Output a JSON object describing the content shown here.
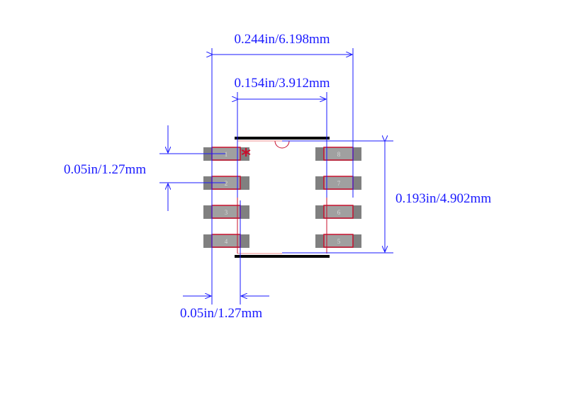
{
  "dimensions": {
    "overall_width": "0.244in/6.198mm",
    "body_width": "0.154in/3.912mm",
    "body_length": "0.193in/4.902mm",
    "pitch_vertical": "0.05in/1.27mm",
    "pitch_horizontal": "0.05in/1.27mm"
  },
  "pins": {
    "left": [
      "1",
      "2",
      "3",
      "4"
    ],
    "right": [
      "8",
      "7",
      "6",
      "5"
    ]
  },
  "pin1_marker": "*",
  "colors": {
    "dimension": "#1a1aff",
    "pad": "#808080",
    "pad_inner": "#a0a0a0",
    "outline": "#c8102e",
    "silkscreen": "#000000"
  }
}
